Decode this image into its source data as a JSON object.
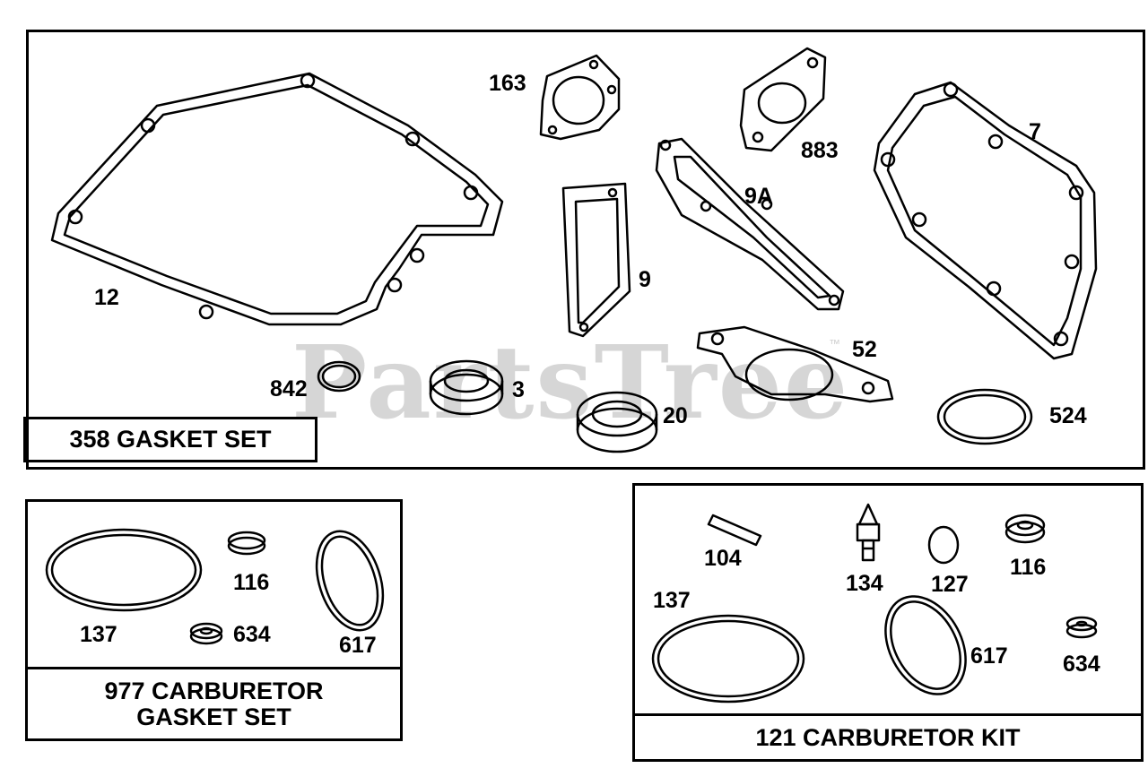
{
  "watermark": {
    "text": "PartsTree",
    "tm": "™"
  },
  "gasket_set": {
    "caption": "358 GASKET SET",
    "labels": {
      "p12": "12",
      "p163": "163",
      "p883": "883",
      "p7": "7",
      "p9A": "9A",
      "p9": "9",
      "p52": "52",
      "p842": "842",
      "p3": "3",
      "p20": "20",
      "p524": "524"
    }
  },
  "carb_gasket_set": {
    "caption_line1": "977 CARBURETOR",
    "caption_line2": "GASKET SET",
    "labels": {
      "p137": "137",
      "p116": "116",
      "p634": "634",
      "p617": "617"
    }
  },
  "carb_kit": {
    "caption": "121 CARBURETOR KIT",
    "labels": {
      "p104": "104",
      "p134": "134",
      "p127": "127",
      "p116": "116",
      "p137": "137",
      "p617": "617",
      "p634": "634"
    }
  }
}
